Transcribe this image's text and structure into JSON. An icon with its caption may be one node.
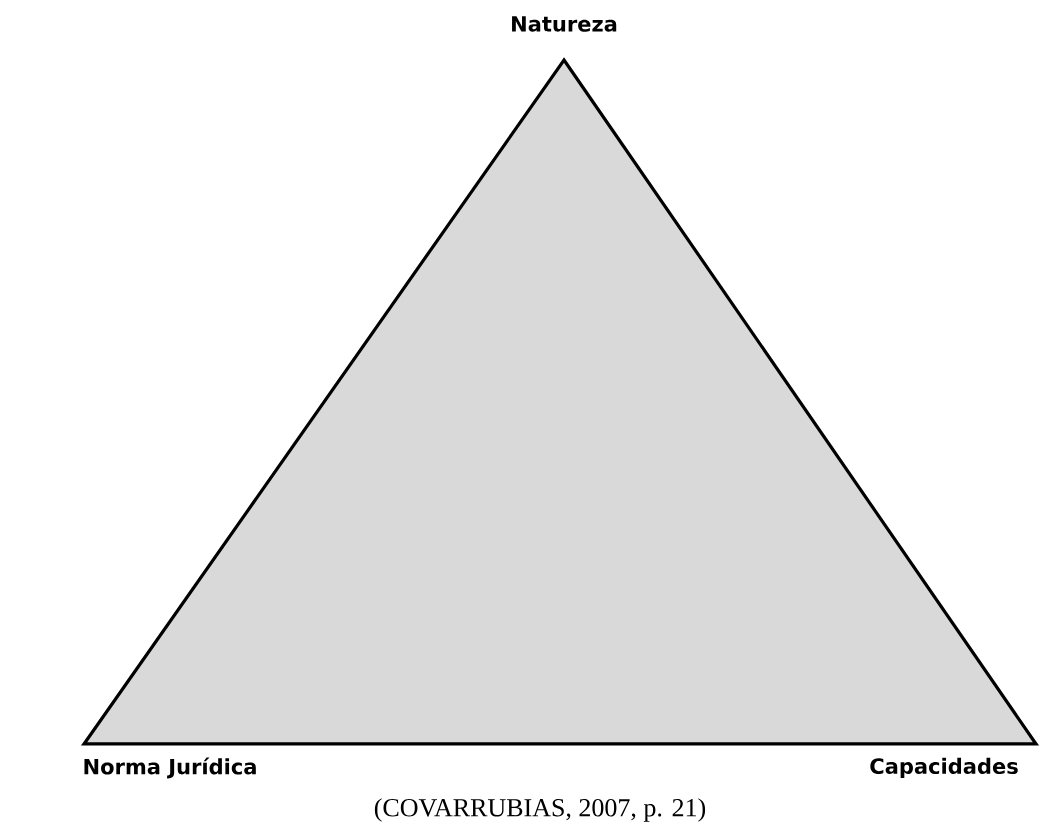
{
  "diagram": {
    "caption": "(COVARRUBIAS, 2007, p. 21)",
    "labels": [
      "Natureza",
      "Norma Jurídica",
      "Capacidades"
    ]
  }
}
